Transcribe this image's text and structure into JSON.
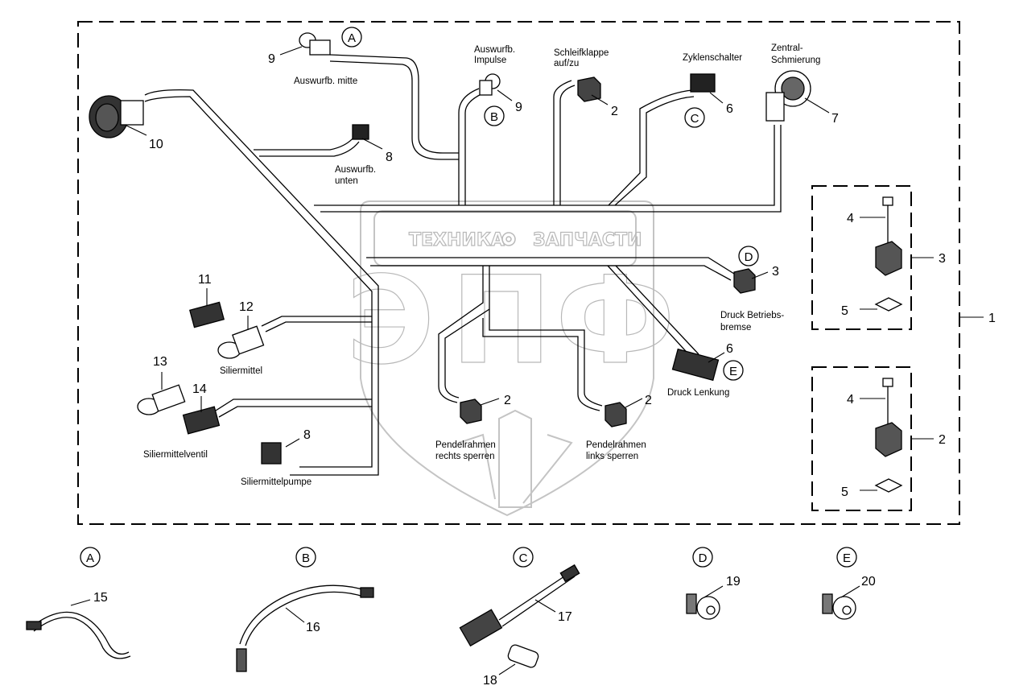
{
  "watermark": {
    "brand_letters": [
      "Э",
      "П",
      "Ф"
    ],
    "text_left": "ТЕХНИКА",
    "text_right": "ЗАПЧАСТИ",
    "gear_icon": "gear-icon"
  },
  "callouts": {
    "assembly": "1",
    "kit_top": "3",
    "kit_bottom": "2",
    "kit_top_bolt": "4",
    "kit_top_seal": "5",
    "kit_bottom_bolt": "4",
    "kit_bottom_seal": "5",
    "auswurf_mitte": "9",
    "auswurf_impulse": "9",
    "schleifklappe": "2",
    "zyklenschalter": "6",
    "zentral": "7",
    "main_plug": "10",
    "auswurf_unten": "8",
    "druck_betrieb": "3",
    "druck_lenkung": "6",
    "sil_11": "11",
    "sil_12": "12",
    "sil_13": "13",
    "sil_14": "14",
    "pumpe": "8",
    "pendel_rechts": "2",
    "pendel_links": "2",
    "detail_a_part": "15",
    "detail_b_part": "16",
    "detail_c_part": "17",
    "detail_c_part2": "18",
    "detail_d_part": "19",
    "detail_e_part": "20"
  },
  "refs": {
    "A": "A",
    "B": "B",
    "C": "C",
    "D": "D",
    "E": "E"
  },
  "labels": {
    "auswurf_mitte": "Auswurfb. mitte",
    "auswurf_impulse": [
      "Auswurfb.",
      "Impulse"
    ],
    "schleifklappe": [
      "Schleifklappe",
      "auf/zu"
    ],
    "zyklenschalter": "Zyklenschalter",
    "zentral": [
      "Zentral-",
      "Schmierung"
    ],
    "auswurf_unten": [
      "Auswurfb.",
      "unten"
    ],
    "druck_betrieb": [
      "Druck Betriebs-",
      "bremse"
    ],
    "druck_lenkung": "Druck Lenkung",
    "siliermittel": "Siliermittel",
    "siliermittelventil": "Siliermittelventil",
    "siliermittelpumpe": "Siliermittelpumpe",
    "pendel_rechts": [
      "Pendelrahmen",
      "rechts sperren"
    ],
    "pendel_links": [
      "Pendelrahmen",
      "links sperren"
    ]
  }
}
